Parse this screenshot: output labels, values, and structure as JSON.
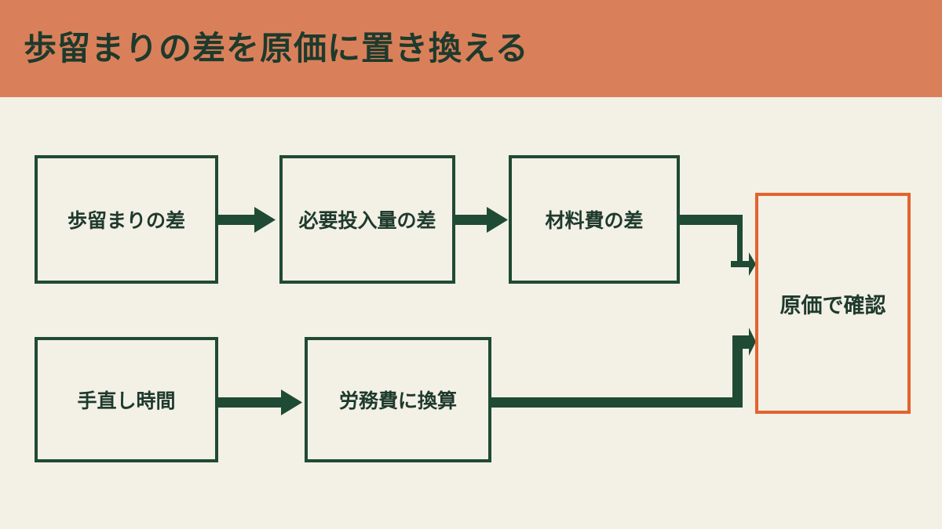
{
  "title": "歩留まりの差を原価に置き換える",
  "colors": {
    "header": "#d9805a",
    "background": "#f3f0e6",
    "box_border": "#1f4a34",
    "final_border": "#e2632e",
    "text": "#1e3a2c"
  },
  "flow": {
    "row1": [
      "歩留まりの差",
      "必要投入量の差",
      "材料費の差"
    ],
    "row2": [
      "手直し時間",
      "労務費に換算"
    ],
    "result": "原価で確認"
  }
}
